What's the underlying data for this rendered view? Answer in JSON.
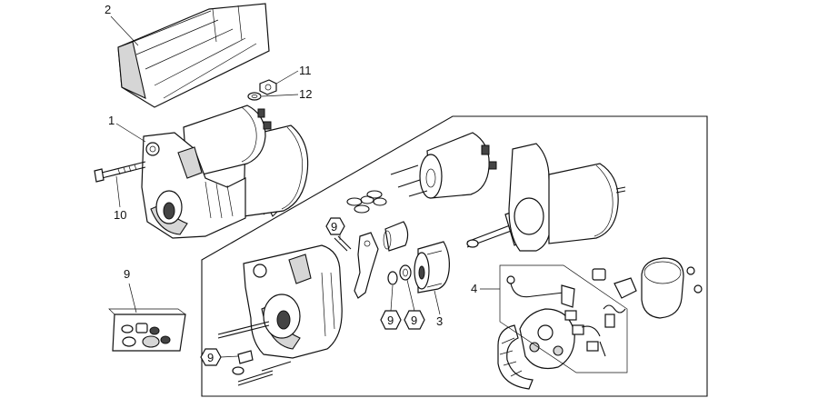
{
  "diagram": {
    "callouts": {
      "c1": "1",
      "c2": "2",
      "c3": "3",
      "c4": "4",
      "c9_kit": "9",
      "c9_hex_a": "9",
      "c9_hex_b": "9",
      "c9_hex_c": "9",
      "c9_hex_d": "9",
      "c10": "10",
      "c11": "11",
      "c12": "12"
    }
  }
}
